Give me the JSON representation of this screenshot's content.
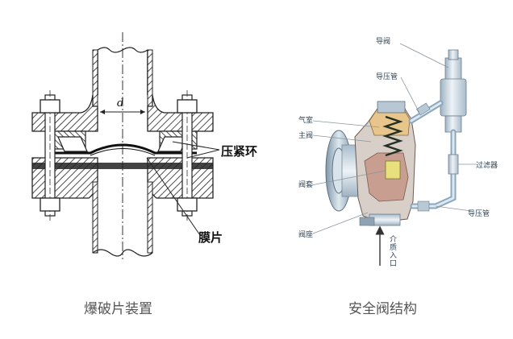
{
  "left_diagram": {
    "caption": "爆破片装置",
    "label_d": "d",
    "label_clamp_ring": "压紧环",
    "label_membrane": "膜片"
  },
  "right_diagram": {
    "caption": "安全阀结构",
    "label_pilot_valve": "导阀",
    "label_pressure_pipe_top": "导压管",
    "label_air_chamber": "气室",
    "label_main_valve": "主阀",
    "label_filter": "过滤器",
    "label_valve_sleeve": "阀套",
    "label_pressure_pipe_bottom": "导压管",
    "label_valve_seat": "阀座",
    "label_medium_inlet": "介质入口"
  },
  "colors": {
    "hatch": "#222222",
    "steel_light": "#e4ecf2",
    "steel_mid": "#b9cad6",
    "body_tan": "#e9cfa8",
    "body_red": "#c9a79b",
    "spring": "#2a3a2a",
    "pipe": "#c6d9e8",
    "leader": "#7a8a99"
  }
}
